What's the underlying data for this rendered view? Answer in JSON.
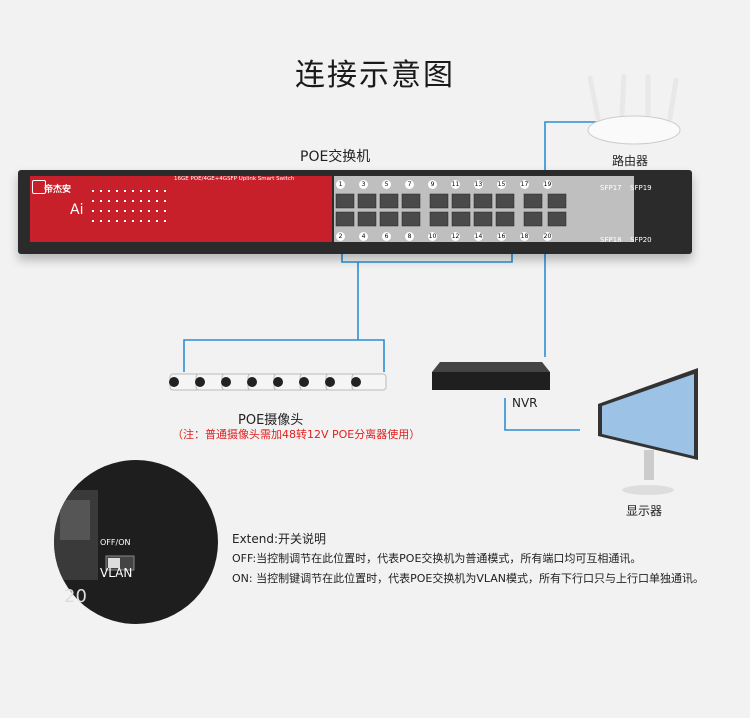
{
  "title": "连接示意图",
  "switch": {
    "label": "POE交换机",
    "brand": "帝杰安",
    "model": "Ai",
    "spec": "16GE POE/4GE+4GSFP Uplink Smart Switch",
    "ports_top": [
      "1",
      "3",
      "5",
      "7",
      "9",
      "11",
      "13",
      "15",
      "17",
      "19"
    ],
    "ports_bottom": [
      "2",
      "4",
      "6",
      "8",
      "10",
      "12",
      "14",
      "16",
      "18",
      "20"
    ],
    "sfp_top": [
      "SFP17",
      "SFP19"
    ],
    "sfp_bottom": [
      "SFP18",
      "SFP20"
    ]
  },
  "devices": {
    "router_label": "路由器",
    "nvr_label": "NVR",
    "monitor_label": "显示器",
    "camera_label": "POE摄像头",
    "camera_note": "（注：普通摄像头需加48转12V POE分离器使用）"
  },
  "extend": {
    "title": "Extend:开关说明",
    "off": "OFF:当控制调节在此位置时，代表POE交换机为普通模式，所有端口均可互相通讯。",
    "on": "ON: 当控制键调节在此位置时，代表POE交换机为VLAN模式，所有下行口只与上行口单独通讯。",
    "zoom_off_on": "OFF/ON",
    "zoom_vlan": "VLAN",
    "zoom_port": "20"
  },
  "colors": {
    "line": "#2a8fd6",
    "red": "#c8202a",
    "note": "#e02020"
  }
}
